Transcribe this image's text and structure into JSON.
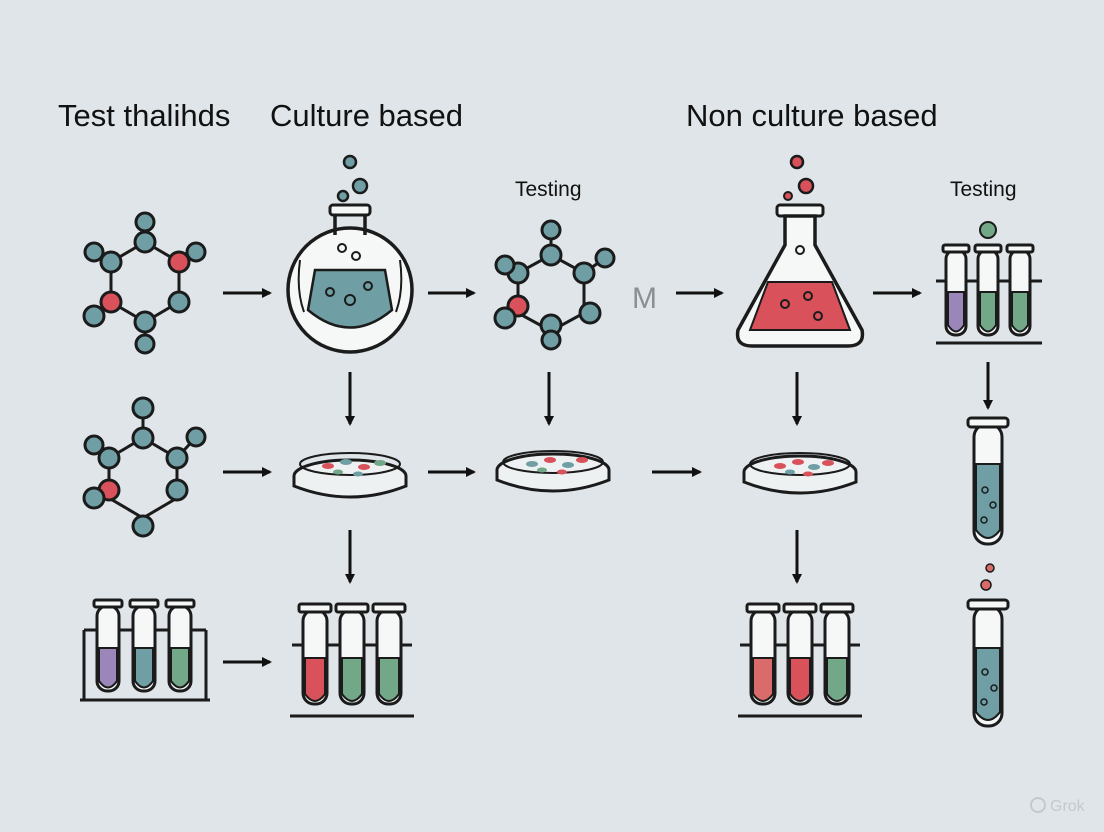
{
  "headers": {
    "left": "Test thalihds",
    "culture": "Culture based",
    "non_culture": "Non culture based"
  },
  "labels": {
    "testing_1": "Testing",
    "testing_2": "Testing",
    "mid_mark": "M"
  },
  "watermark": "Grok",
  "colors": {
    "background": "#dfe5e8",
    "outline": "#1b1b1b",
    "teal": "#6f9ea4",
    "red": "#d9525b",
    "green": "#72a888",
    "purple": "#9a86b8",
    "pink": "#d96b6b"
  }
}
